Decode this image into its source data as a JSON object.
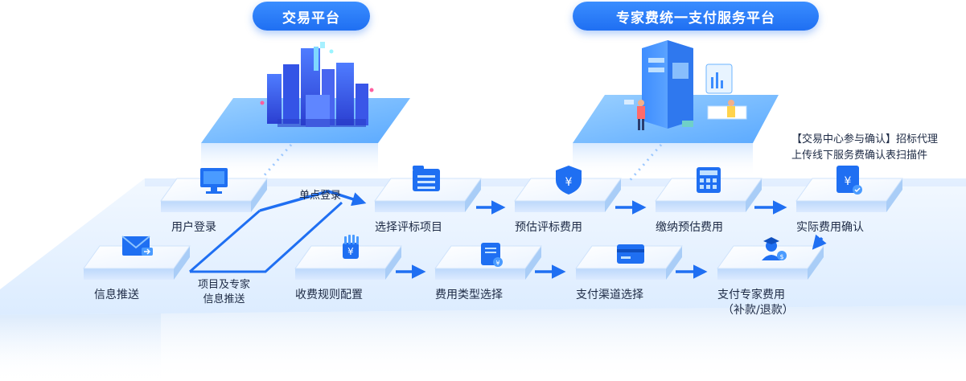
{
  "platforms": {
    "trading": "交易平台",
    "payment": "专家费统一支付服务平台"
  },
  "nodes": {
    "user_login": "用户登录",
    "info_push": "信息推送",
    "select_project": "选择评标项目",
    "estimate_fee": "预估评标费用",
    "pay_estimate": "缴纳预估费用",
    "actual_confirm": "实际费用确认",
    "fee_rule": "收费规则配置",
    "fee_type": "费用类型选择",
    "pay_channel": "支付渠道选择",
    "pay_expert_line1": "支付专家费用",
    "pay_expert_line2": "（补款/退款）"
  },
  "edges": {
    "sso": "单点登录",
    "push_line1": "项目及专家",
    "push_line2": "信息推送"
  },
  "note": {
    "line1": "【交易中心参与确认】招标代理",
    "line2": "上传线下服务费确认表扫描件"
  },
  "colors": {
    "accent": "#1f6ff2",
    "platform_top": "#7dc1ff",
    "floor": "#eaf4ff",
    "arrow": "#1f6ff2"
  }
}
